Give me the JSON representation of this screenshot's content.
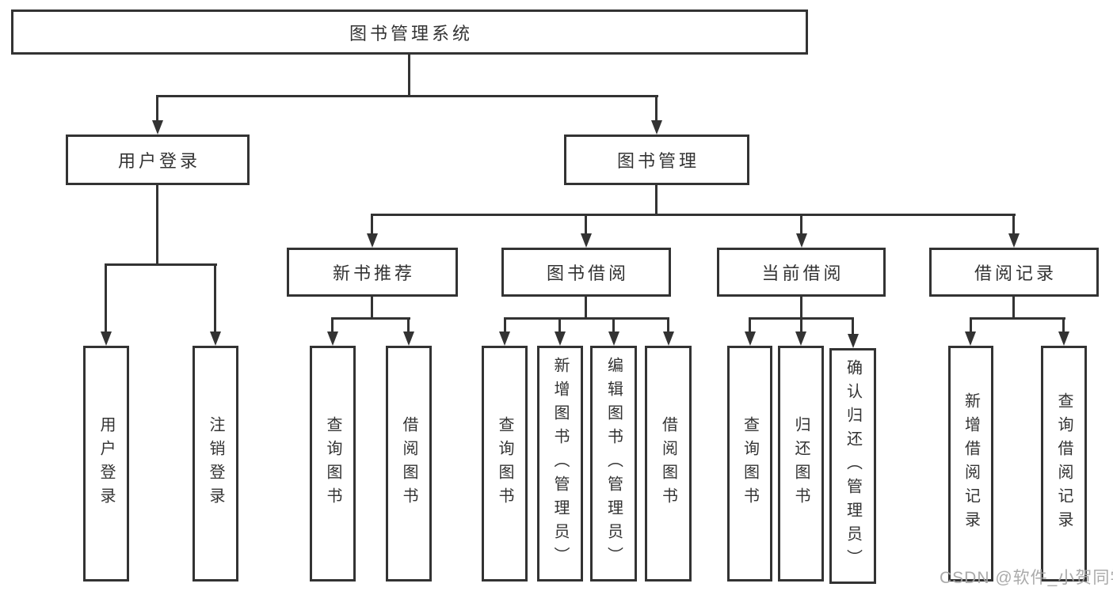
{
  "diagram": {
    "type": "hierarchy-tree",
    "nodes": {
      "root": "图书管理系统",
      "user_login": "用户登录",
      "book_mgmt": "图书管理",
      "new_book_rec": "新书推荐",
      "book_borrow": "图书借阅",
      "current_borrow": "当前借阅",
      "borrow_record": "借阅记录",
      "ul_user_login": "用户登录",
      "ul_logout": "注销登录",
      "nb_query_book": "查询图书",
      "nb_borrow_book": "借阅图书",
      "bb_query_book": "查询图书",
      "bb_add_book": "新增图书（管理员）",
      "bb_edit_book": "编辑图书（管理员）",
      "bb_borrow_book": "借阅图书",
      "cb_query_book": "查询图书",
      "cb_return_book": "归还图书",
      "cb_confirm_return": "确认归还（管理员）",
      "br_add_record": "新增借阅记录",
      "br_query_record": "查询借阅记录"
    },
    "hierarchy": {
      "图书管理系统": {
        "用户登录": [
          "用户登录",
          "注销登录"
        ],
        "图书管理": {
          "新书推荐": [
            "查询图书",
            "借阅图书"
          ],
          "图书借阅": [
            "查询图书",
            "新增图书（管理员）",
            "编辑图书（管理员）",
            "借阅图书"
          ],
          "当前借阅": [
            "查询图书",
            "归还图书",
            "确认归还（管理员）"
          ],
          "借阅记录": [
            "新增借阅记录",
            "查询借阅记录"
          ]
        }
      }
    },
    "colors": {
      "line": "#333333",
      "box_background": "#ffffff",
      "text": "#333333",
      "watermark": "#a5a5a5"
    }
  },
  "watermark": "CSDN @软件_小贺同学"
}
